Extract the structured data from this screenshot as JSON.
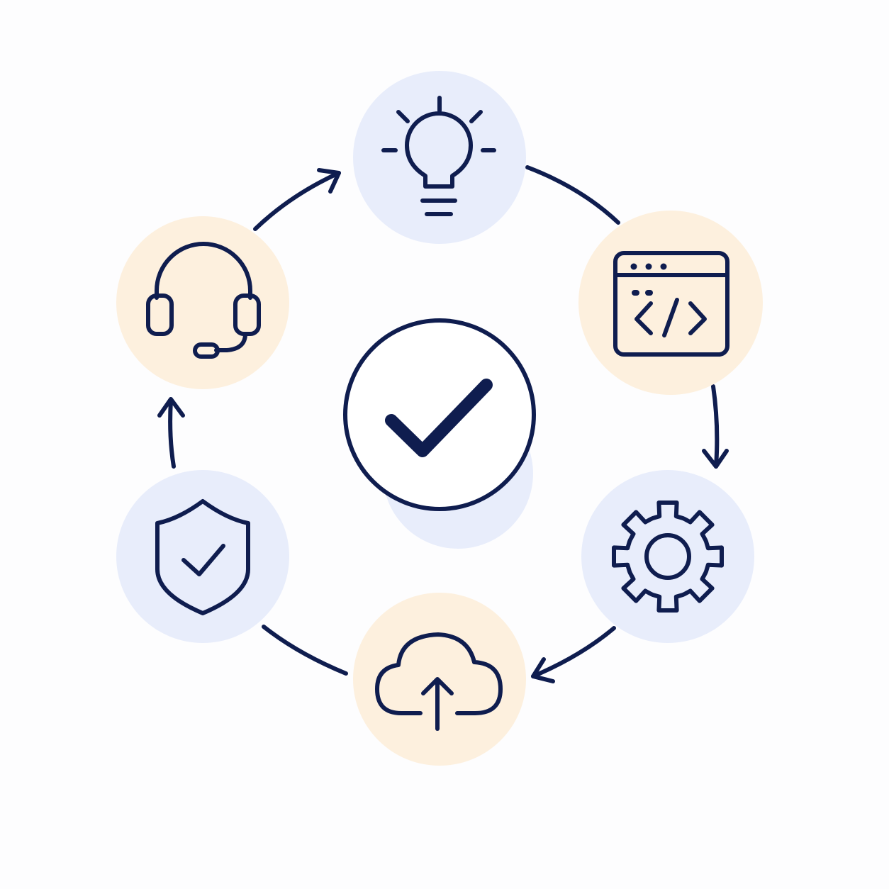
{
  "diagram": {
    "type": "cycle",
    "colors": {
      "ink": "#0f1d4f",
      "blue_tint": "#e8edfb",
      "peach_tint": "#fdf0de",
      "background": "#fdfdfe"
    },
    "center": {
      "icon": "check-circle-icon"
    },
    "stages": [
      {
        "id": "ideation",
        "icon": "lightbulb-icon",
        "tint": "blue"
      },
      {
        "id": "development",
        "icon": "code-window-icon",
        "tint": "peach"
      },
      {
        "id": "configuration",
        "icon": "gear-icon",
        "tint": "blue"
      },
      {
        "id": "deployment",
        "icon": "cloud-upload-icon",
        "tint": "peach"
      },
      {
        "id": "security",
        "icon": "shield-check-icon",
        "tint": "blue"
      },
      {
        "id": "support",
        "icon": "headset-icon",
        "tint": "peach"
      }
    ],
    "flow_direction": "clockwise"
  }
}
